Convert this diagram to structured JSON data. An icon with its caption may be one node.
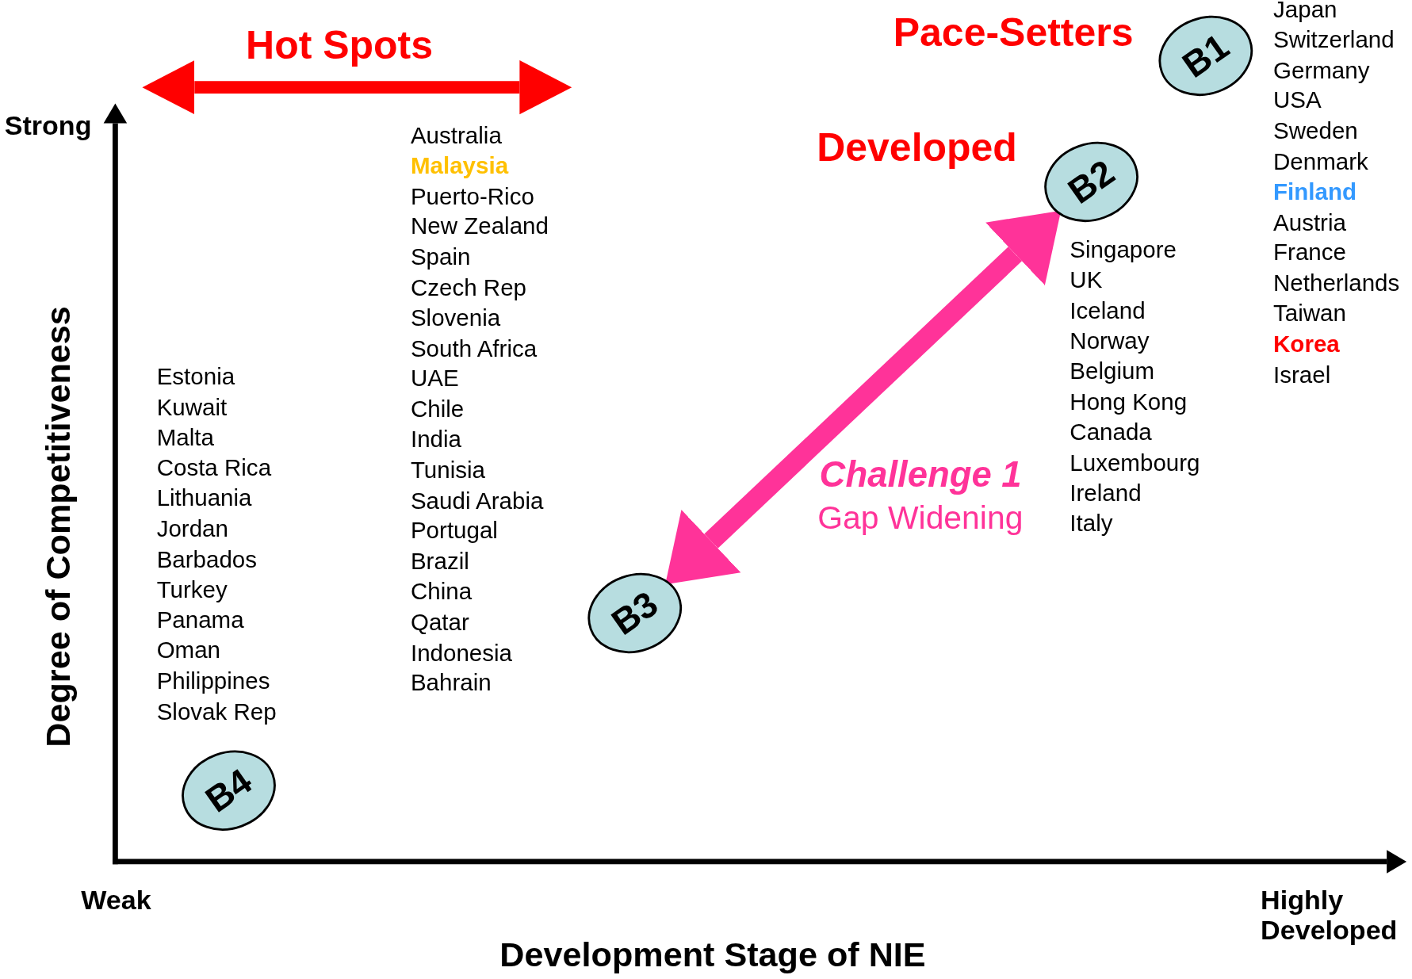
{
  "diagram": {
    "nodes": [
      {
        "text": [
          "B1"
        ]
      },
      {
        "text": [
          "B2"
        ]
      },
      {
        "text": [
          "B3"
        ]
      },
      {
        "text": [
          "B4"
        ]
      }
    ],
    "edges": [
      {
        "from": 2,
        "to": 1,
        "arrow": "both"
      }
    ],
    "labels": [
      "Pace-Setters",
      "Japan",
      "Switzerland",
      "Germany",
      "USA",
      "Sweden",
      "Denmark",
      "Finland",
      "Austria",
      "France",
      "Netherlands",
      "Taiwan",
      "Korea",
      "Israel",
      "Hot Spots",
      "Strong",
      "Australia",
      "Malaysia",
      "Puerto-Rico",
      "New Zealand",
      "Spain",
      "Czech Rep",
      "Slovenia",
      "South Africa",
      "UAE",
      "Chile",
      "India",
      "Tunisia",
      "Saudi Arabia",
      "Portugal",
      "Brazil",
      "China",
      "Qatar",
      "Indonesia",
      "Bahrain",
      "Developed",
      "Singapore",
      "UK",
      "Iceland",
      "Norway",
      "Belgium",
      "Hong Kong",
      "Canada",
      "Luxembourg",
      "Ireland",
      "Italy",
      "Estonia",
      "Kuwait",
      "Malta",
      "Costa Rica",
      "Lithuania",
      "Jordan",
      "Barbados",
      "Turkey",
      "Panama",
      "Oman",
      "Philippines",
      "Slovak Rep",
      "Challenge 1",
      "Gap Widening",
      "Weak",
      "Highly Developed",
      "Development Stage of NIE",
      "Degree of Competitiveness"
    ]
  }
}
